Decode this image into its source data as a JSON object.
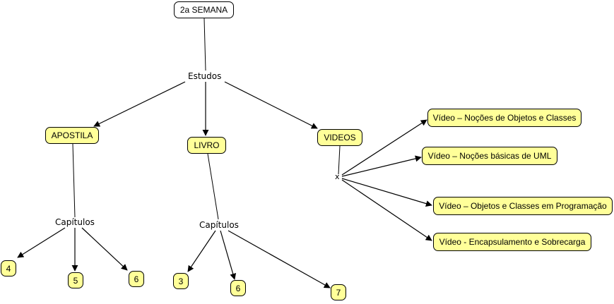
{
  "diagram": {
    "type": "concept-map",
    "colors": {
      "concept_fill": "#ffff99",
      "root_fill": "#ffffff",
      "border": "#000000",
      "line": "#000000"
    },
    "root": {
      "label": "2a SEMANA"
    },
    "linking_phrases": {
      "estudos": "Estudos",
      "capitulos_apostila": "Capítulos",
      "capitulos_livro": "Capítulos",
      "videos_join": "x"
    },
    "concepts": {
      "apostila": "APOSTILA",
      "livro": "LIVRO",
      "videos": "VIDEOS"
    },
    "apostila_chapters": [
      "4",
      "5",
      "6"
    ],
    "livro_chapters": [
      "3",
      "6",
      "7"
    ],
    "video_items": [
      "Vídeo – Noções de Objetos e Classes",
      "Vídeo – Noções básicas de UML",
      "Vídeo – Objetos e Classes em Programação",
      "Vídeo - Encapsulamento e Sobrecarga"
    ],
    "edges": [
      [
        "2a SEMANA",
        "Estudos"
      ],
      [
        "Estudos",
        "APOSTILA"
      ],
      [
        "Estudos",
        "LIVRO"
      ],
      [
        "Estudos",
        "VIDEOS"
      ],
      [
        "APOSTILA",
        "Capítulos"
      ],
      [
        "Capítulos",
        "4"
      ],
      [
        "Capítulos",
        "5"
      ],
      [
        "Capítulos",
        "6"
      ],
      [
        "LIVRO",
        "Capítulos"
      ],
      [
        "Capítulos",
        "3"
      ],
      [
        "Capítulos",
        "6"
      ],
      [
        "Capítulos",
        "7"
      ],
      [
        "VIDEOS",
        "x"
      ],
      [
        "x",
        "Vídeo – Noções de Objetos e Classes"
      ],
      [
        "x",
        "Vídeo – Noções básicas de UML"
      ],
      [
        "x",
        "Vídeo – Objetos e Classes em Programação"
      ],
      [
        "x",
        "Vídeo - Encapsulamento e Sobrecarga"
      ]
    ]
  }
}
